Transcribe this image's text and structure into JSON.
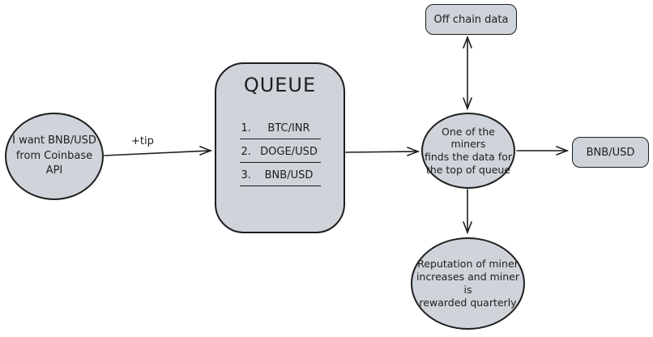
{
  "diagram": {
    "background": "#ffffff",
    "node_fill": "#ced4da",
    "stroke": "#1e1e1e",
    "nodes": {
      "request": {
        "lines": [
          "I want BNB/USD",
          "from Coinbase API"
        ]
      },
      "queue": {
        "title": "QUEUE",
        "items": [
          {
            "num": "1.",
            "label": "BTC/INR"
          },
          {
            "num": "2.",
            "label": "DOGE/USD"
          },
          {
            "num": "3.",
            "label": "BNB/USD"
          }
        ]
      },
      "off_chain": {
        "label": "Off chain data"
      },
      "miner": {
        "lines": [
          "One of the miners",
          "finds the data for",
          "the top of queue"
        ]
      },
      "result": {
        "label": "BNB/USD"
      },
      "reputation": {
        "lines": [
          "Reputation of miner",
          "increases and miner is",
          "rewarded quarterly"
        ]
      }
    },
    "edges": {
      "tip_label": "+tip"
    }
  }
}
